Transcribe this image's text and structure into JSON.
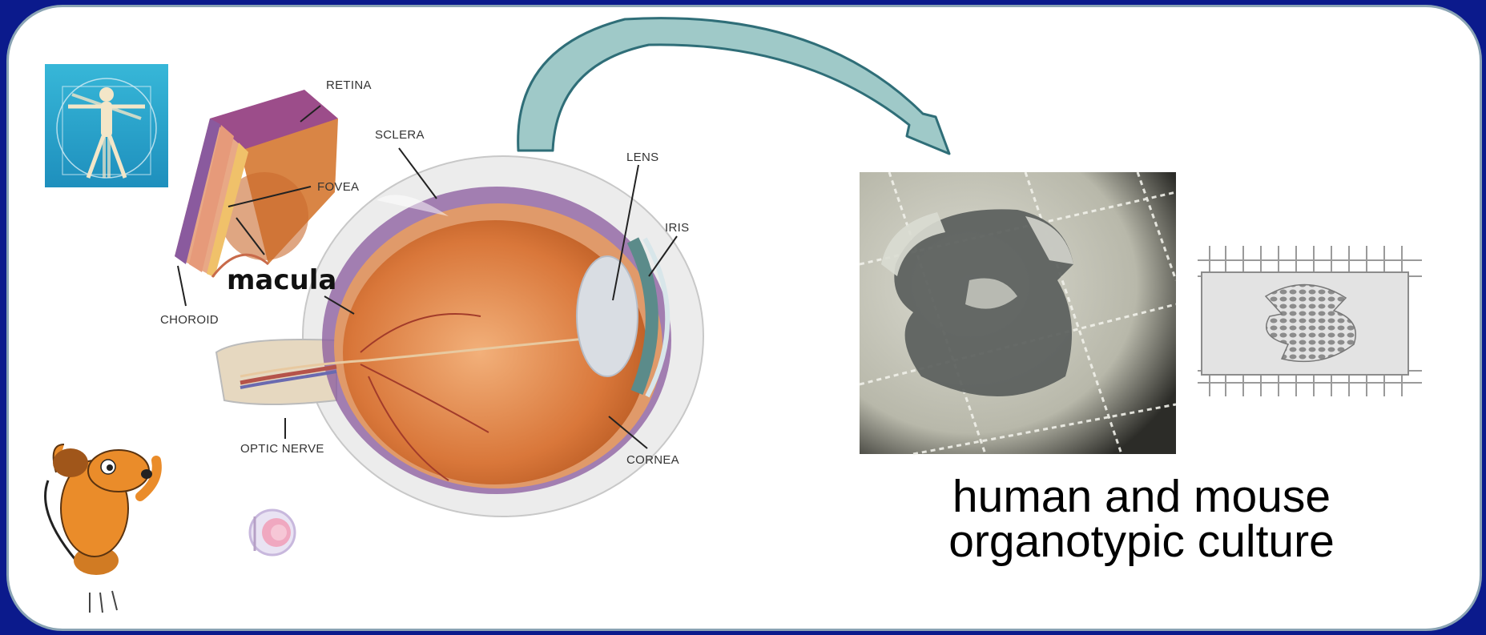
{
  "labels": {
    "retina": "RETINA",
    "fovea": "FOVEA",
    "choroid": "CHOROID",
    "sclera": "SCLERA",
    "lens": "LENS",
    "iris": "IRIS",
    "optic_nerve": "OPTIC NERVE",
    "cornea": "CORNEA",
    "macula": "macula"
  },
  "caption": {
    "line1": "human and mouse",
    "line2": "organotypic culture"
  },
  "colors": {
    "background": "#0b1a8c",
    "panel": "#ffffff",
    "panel_border": "#8aa4b4",
    "arrow_fill": "#9fc9c8",
    "eye_body": "#d97a3c"
  },
  "icons": [
    "vitruvian-man-icon",
    "cartoon-mouse-icon",
    "mouse-eye-icon",
    "culture-chamber-icon"
  ]
}
